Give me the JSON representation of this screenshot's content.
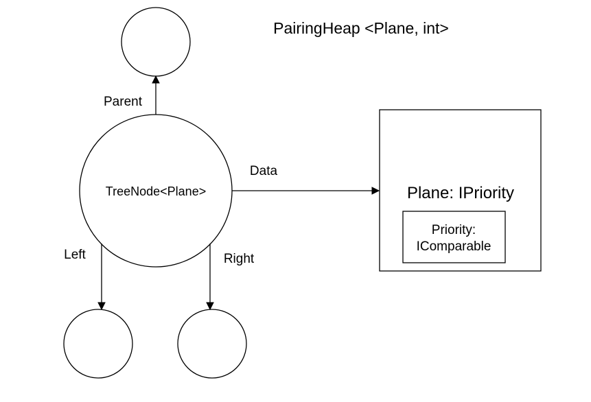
{
  "diagram": {
    "title": "PairingHeap <Plane, int>",
    "center_node": {
      "label": "TreeNode<Plane>"
    },
    "parent_node": {
      "label": ""
    },
    "left_node": {
      "label": ""
    },
    "right_node": {
      "label": ""
    },
    "edges": {
      "parent": "Parent",
      "left": "Left",
      "right": "Right",
      "data": "Data"
    },
    "plane_box": {
      "title": "Plane: IPriority",
      "priority_line1": "Priority:",
      "priority_line2": "IComparable"
    }
  },
  "colors": {
    "stroke": "#000000",
    "fill": "#ffffff",
    "text": "#000000"
  }
}
